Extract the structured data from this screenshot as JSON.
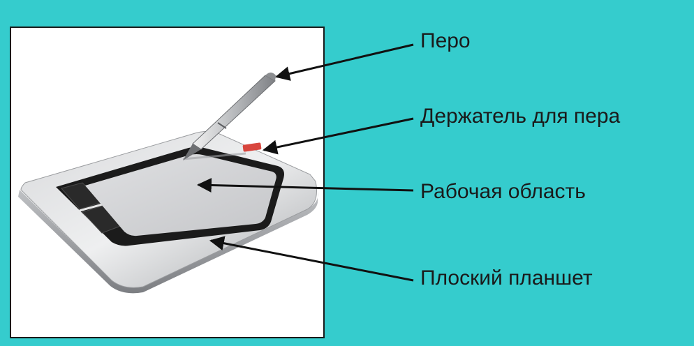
{
  "colors": {
    "background": "#35cccd",
    "photo_panel": "#ffffff",
    "arrow": "#111111",
    "holder_accent": "#d8463e"
  },
  "labels": {
    "pen": "Перо",
    "pen_holder": "Держатель для пера",
    "work_area": "Рабочая область",
    "flat_tablet": "Плоский планшет"
  }
}
